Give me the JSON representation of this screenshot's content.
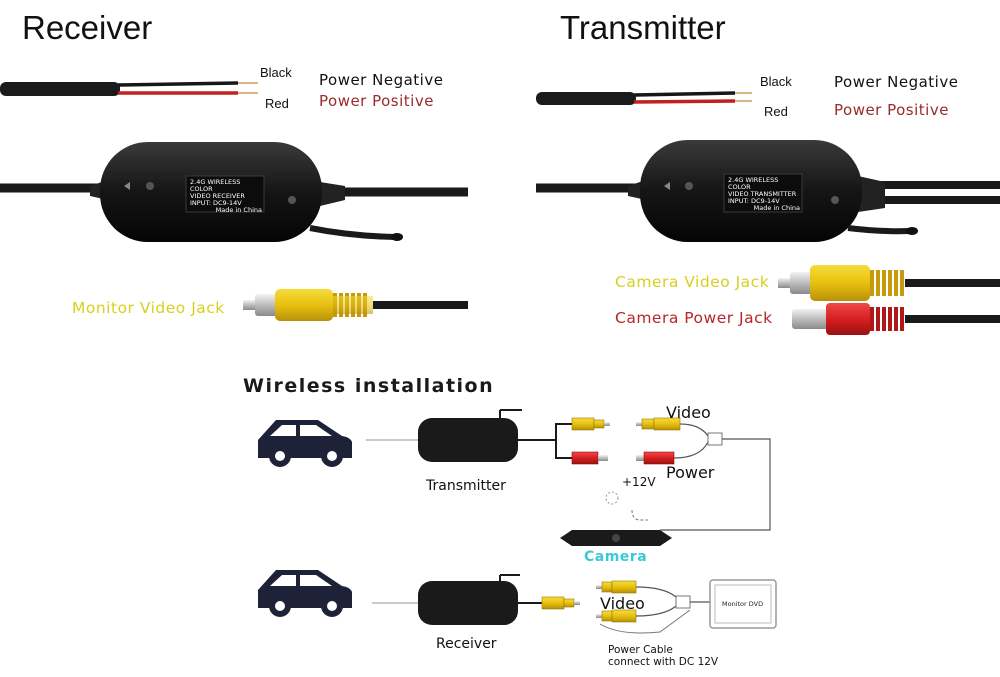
{
  "headers": {
    "receiver": "Receiver",
    "transmitter": "Transmitter"
  },
  "receiver_panel": {
    "black_label": "Black",
    "red_label": "Red",
    "power_negative": "Power Negative",
    "power_positive": "Power Positive",
    "monitor_video_jack": "Monitor Video Jack",
    "module_label": [
      "2.4G WIRELESS COLOR",
      "VIDEO RECEIVER",
      "INPUT: DC9-14V",
      "Made in China"
    ]
  },
  "transmitter_panel": {
    "black_label": "Black",
    "red_label": "Red",
    "power_negative": "Power  Negative",
    "power_positive": "Power  Positive",
    "camera_video_jack": "Camera Video Jack",
    "camera_power_jack": "Camera Power Jack",
    "module_label": [
      "2.4G WIRELESS COLOR",
      "VIDEO TRANSMITTER",
      "INPUT: DC9-14V",
      "Made in China"
    ]
  },
  "installation": {
    "title": "Wireless installation",
    "transmitter": "Transmitter",
    "receiver": "Receiver",
    "video_top": "Video",
    "power": "Power",
    "plus12v": "+12V",
    "camera": "Camera",
    "video_bottom": "Video",
    "monitor": "Monitor DVD",
    "power_cable_line1": "Power Cable",
    "power_cable_line2": "connect with DC 12V"
  },
  "colors": {
    "yellow_jack": "#e8c010",
    "red_jack": "#d62020",
    "wire_red": "#c02020",
    "label_yellow": "#d9cf1f",
    "label_red": "#b8252b",
    "camera_cyan": "#3cc8d8"
  }
}
